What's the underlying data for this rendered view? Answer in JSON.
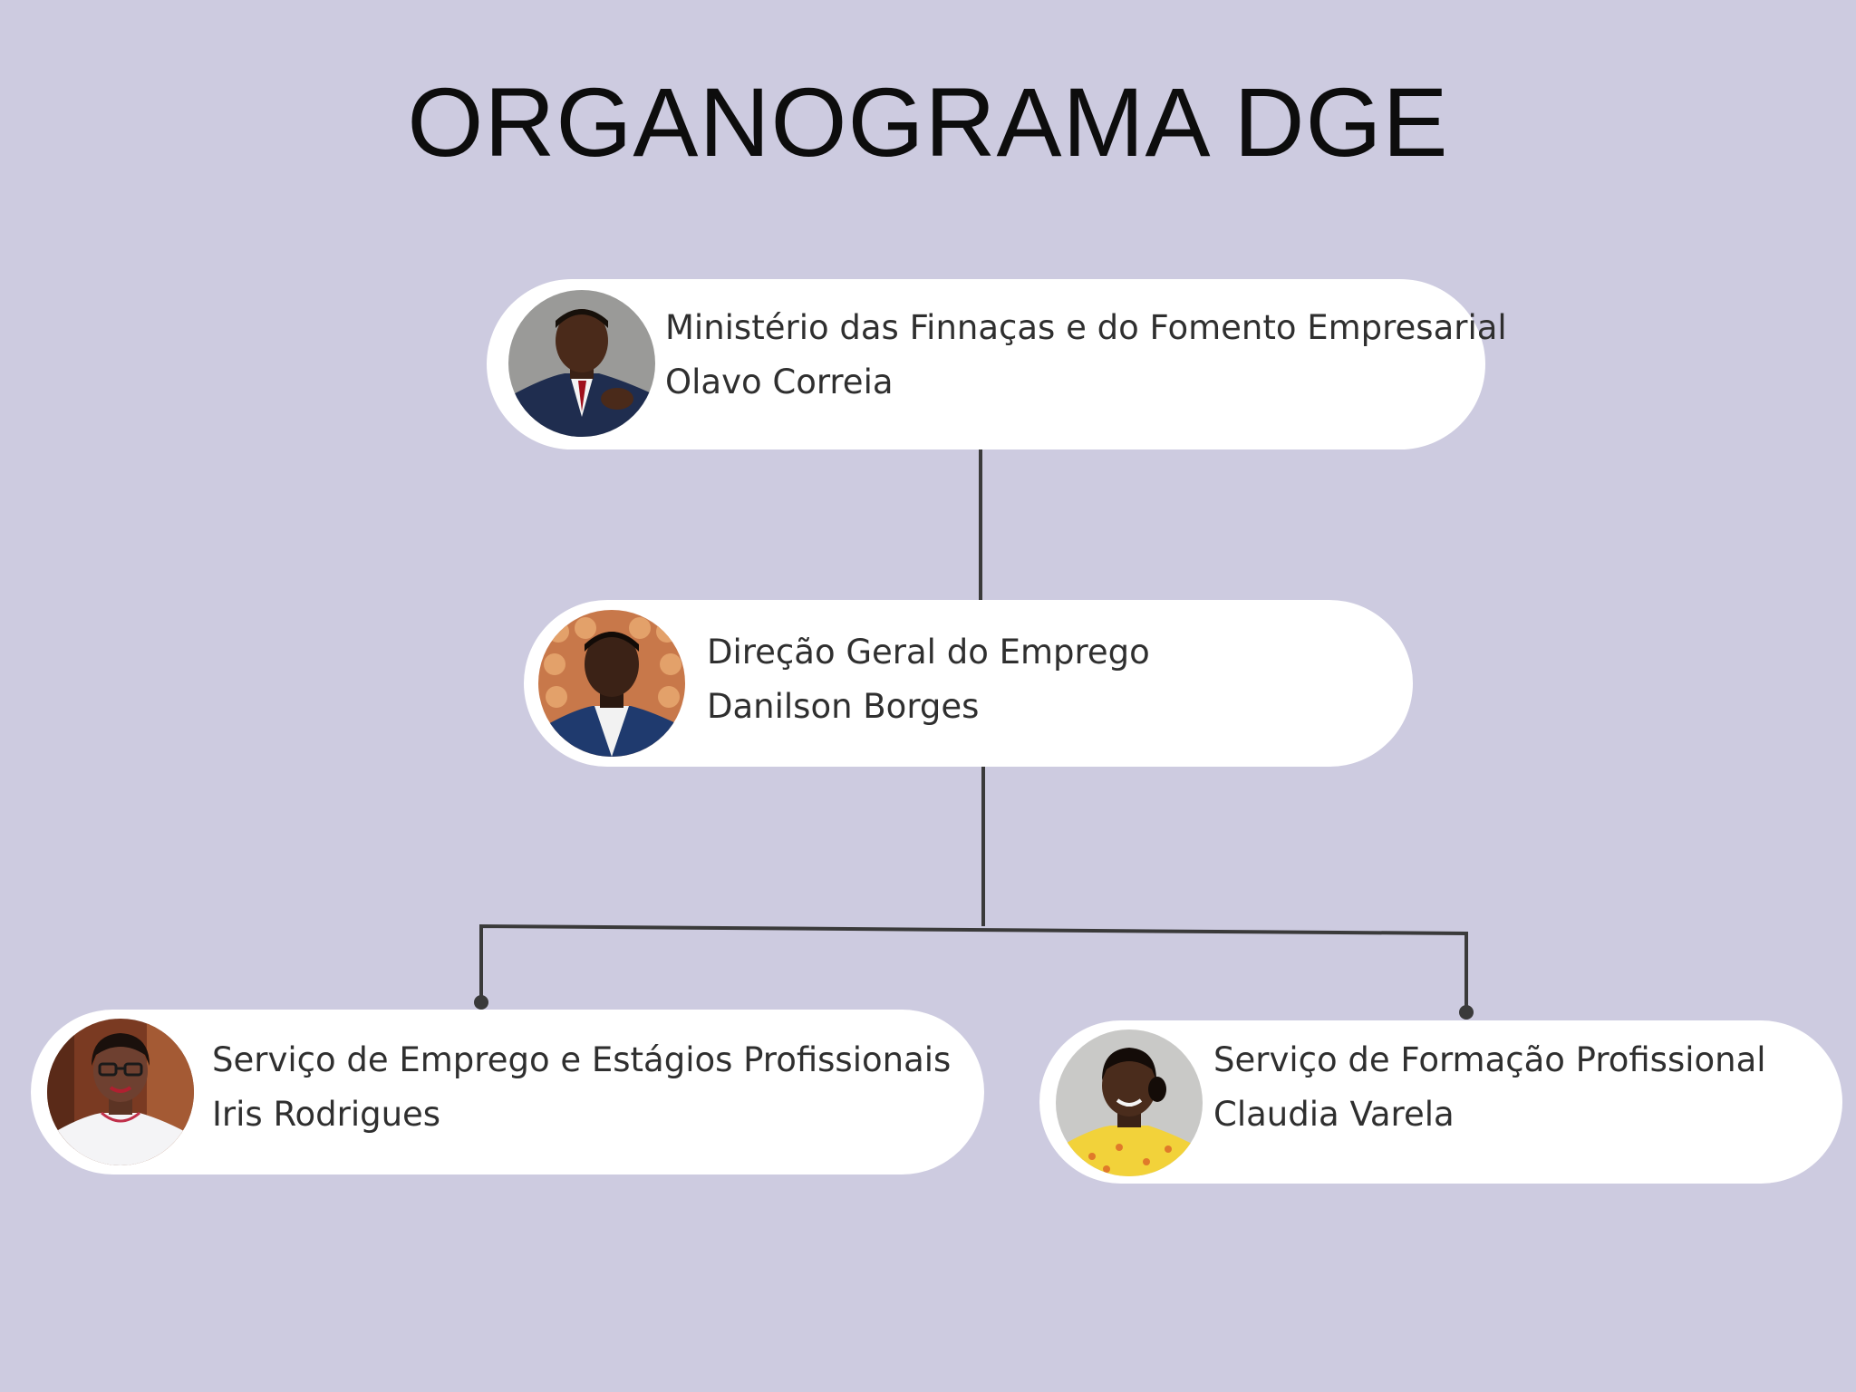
{
  "title": "ORGANOGRAMA DGE",
  "colors": {
    "background": "#cdcbe0",
    "node_fill": "#ffffff",
    "connector": "#3a3a3a",
    "title_text": "#0d0d0d",
    "node_text": "#2f2f2f"
  },
  "nodes": [
    {
      "id": "ministerio",
      "unit": "Ministério das Finnaças e do Fomento Empresarial",
      "person": "Olavo Correia",
      "photo_icon": "person-photo-man-suit-red-tie"
    },
    {
      "id": "dge",
      "unit": "Direção Geral do Emprego",
      "person": "Danilson Borges",
      "photo_icon": "person-photo-man-suit-orange-background"
    },
    {
      "id": "seep",
      "unit": "Serviço de Emprego e Estágios Profissionais",
      "person": "Iris Rodrigues",
      "photo_icon": "person-photo-woman-glasses-white-shirt"
    },
    {
      "id": "sfp",
      "unit": "Serviço de Formação Profissional",
      "person": "Claudia Varela",
      "photo_icon": "person-photo-woman-yellow-top"
    }
  ]
}
